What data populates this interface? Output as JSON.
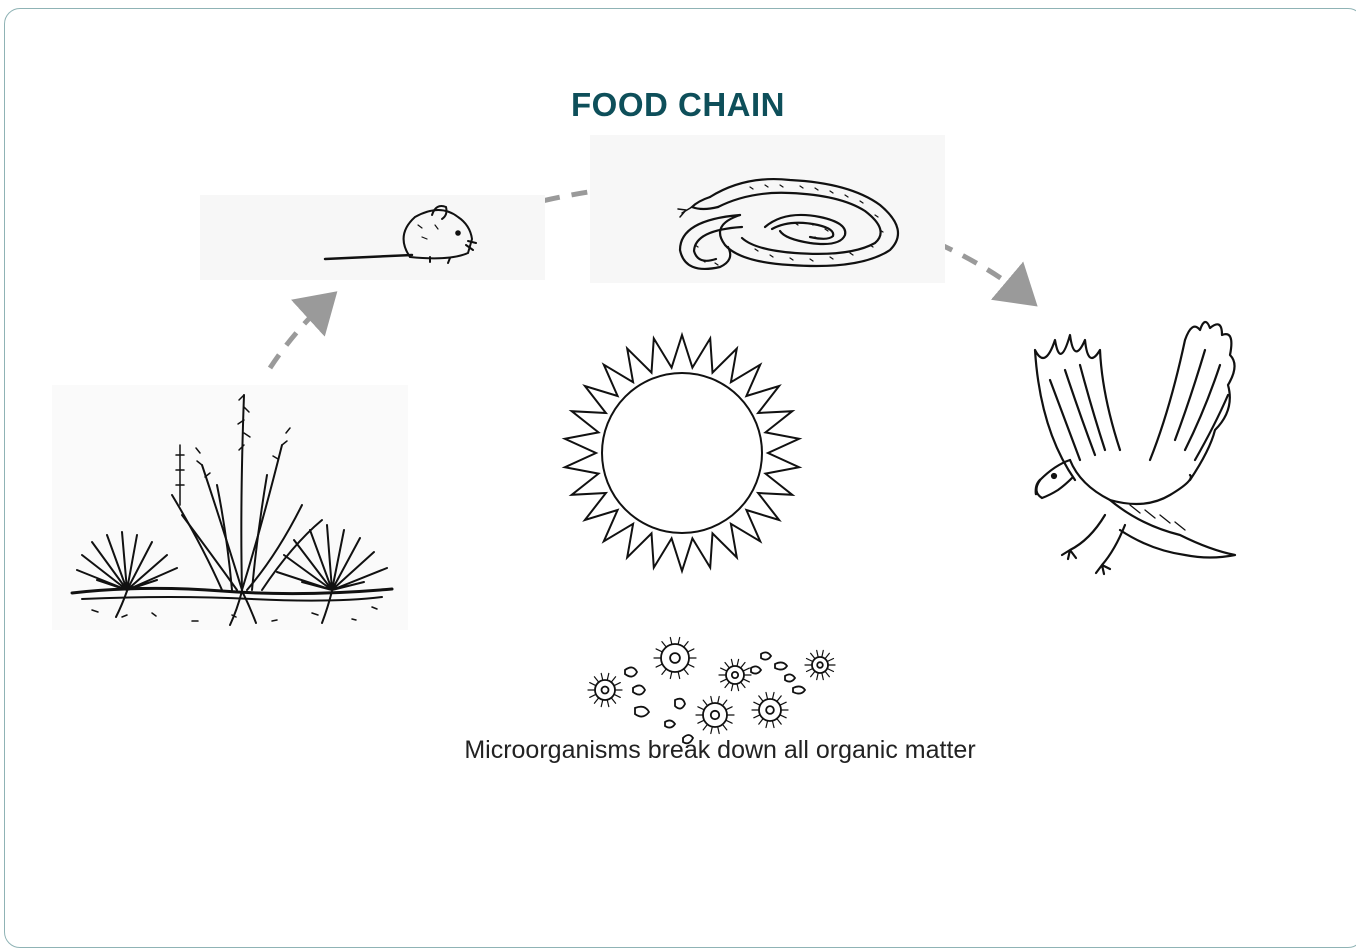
{
  "diagram": {
    "title": "FOOD CHAIN",
    "caption": "Microorganisms break down all organic matter",
    "colors": {
      "title": "#0e4f5a",
      "arrow": "#9a9a9a",
      "border": "#8fb3b5",
      "ink": "#111111"
    },
    "nodes": [
      {
        "id": "grass",
        "icon": "grass-icon"
      },
      {
        "id": "mouse",
        "icon": "mouse-icon"
      },
      {
        "id": "snake",
        "icon": "snake-icon"
      },
      {
        "id": "eagle",
        "icon": "eagle-icon"
      },
      {
        "id": "sun",
        "icon": "sun-icon"
      },
      {
        "id": "microorganisms",
        "icon": "microorganisms-icon"
      }
    ],
    "edges": [
      {
        "from": "grass",
        "to": "mouse",
        "style": "dashed"
      },
      {
        "from": "mouse",
        "to": "snake",
        "style": "dashed"
      },
      {
        "from": "snake",
        "to": "eagle",
        "style": "dashed"
      }
    ]
  }
}
